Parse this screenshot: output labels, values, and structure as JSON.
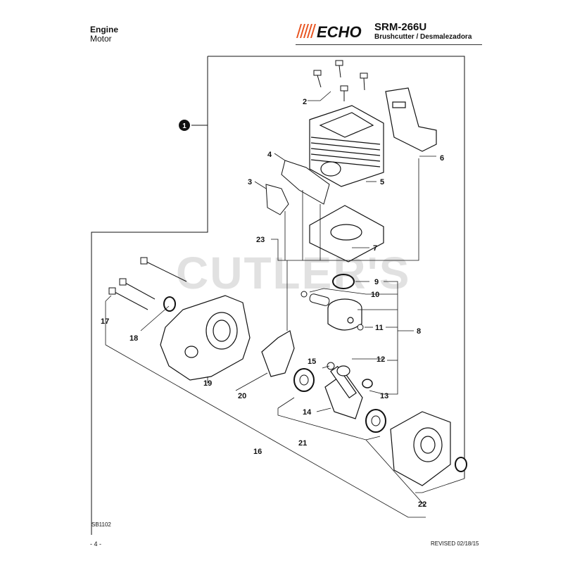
{
  "header": {
    "section_en": "Engine",
    "section_es": "Motor",
    "brand": "ECHO",
    "model": "SRM-266U",
    "description": "Brushcutter / Desmalezadora"
  },
  "watermark": "CUTLER'S",
  "assembly_marker": "1",
  "callouts": [
    "2",
    "3",
    "4",
    "5",
    "6",
    "7",
    "8",
    "9",
    "10",
    "11",
    "12",
    "13",
    "14",
    "15",
    "16",
    "17",
    "18",
    "19",
    "20",
    "21",
    "22",
    "23"
  ],
  "footer": {
    "code": "SB1102",
    "page": "- 4 -",
    "revised": "REVISED 02/18/15"
  },
  "colors": {
    "ink": "#111111",
    "brand_orange": "#e8531f",
    "watermark": "#c8c8c8"
  }
}
